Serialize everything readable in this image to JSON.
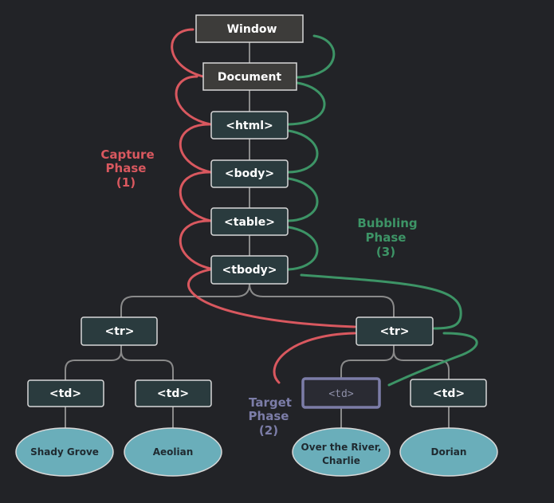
{
  "colors": {
    "background": "#222327",
    "capture": "#d9585f",
    "bubbling": "#3d9466",
    "target": "#7c7da8",
    "leaf_fill": "#6aaeba",
    "node_fill": "#2a3b3e",
    "top_node_fill": "#3d3c3a",
    "edge": "#8a8a8a"
  },
  "nodes": {
    "window": "Window",
    "document": "Document",
    "html": "<html>",
    "body": "<body>",
    "table": "<table>",
    "tbody": "<tbody>",
    "tr_left": "<tr>",
    "tr_right": "<tr>",
    "td_1": "<td>",
    "td_2": "<td>",
    "td_target": "<td>",
    "td_4": "<td>"
  },
  "leaves": {
    "shady_grove": "Shady Grove",
    "aeolian": "Aeolian",
    "over_the_river_line1": "Over the River,",
    "over_the_river_line2": "Charlie",
    "dorian": "Dorian"
  },
  "phases": {
    "capture": {
      "line1": "Capture",
      "line2": "Phase",
      "line3": "(1)"
    },
    "bubbling": {
      "line1": "Bubbling",
      "line2": "Phase",
      "line3": "(3)"
    },
    "target": {
      "line1": "Target",
      "line2": "Phase",
      "line3": "(2)"
    }
  }
}
